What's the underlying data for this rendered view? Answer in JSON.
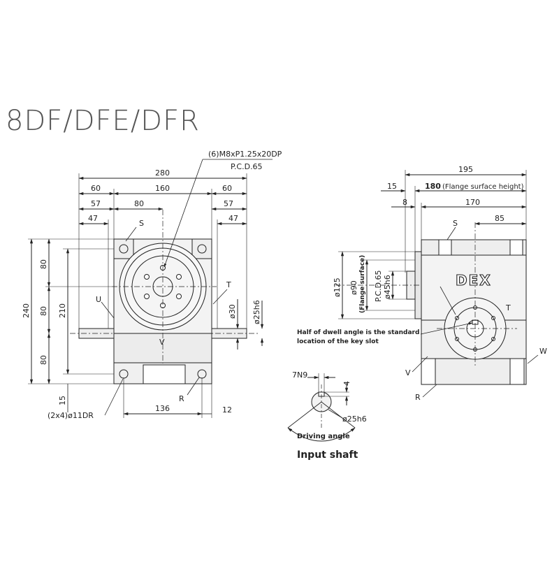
{
  "title": "8DF/DFE/DFR",
  "front_view": {
    "callout_top": "(6)M8xP1.25x20DP",
    "callout_pcd": "P.C.D.65",
    "dim_280": "280",
    "dim_60_left": "60",
    "dim_160": "160",
    "dim_60_right": "60",
    "dim_57_left": "57",
    "dim_80_top": "80",
    "dim_57_right": "57",
    "dim_47_left": "47",
    "dim_47_right": "47",
    "dim_240": "240",
    "dim_80_a": "80",
    "dim_80_b": "80",
    "dim_80_c": "80",
    "dim_210": "210",
    "dim_15": "15",
    "dim_phi30": "ø30",
    "dim_phi25h6": "ø25h6",
    "dim_136": "136",
    "dim_12": "12",
    "label_S": "S",
    "label_T": "T",
    "label_U": "U",
    "label_V": "V",
    "label_R": "R",
    "holes_note": "(2x4)ø11DR"
  },
  "side_view": {
    "dim_195": "195",
    "dim_15": "15",
    "dim_180": "180",
    "dim_180_note": "(Flange surface height)",
    "dim_8": "8",
    "dim_170": "170",
    "dim_85": "85",
    "dim_phi125": "ø125",
    "dim_phi90": "ø90",
    "flange_surface": "(Flange surface)",
    "pcd65": "P.C.D.65",
    "dim_phi45h6": "ø45h6",
    "brand": "DEX",
    "label_S": "S",
    "label_T": "T",
    "label_V": "V",
    "label_R": "R",
    "label_W": "W",
    "note_line1": "Half of dwell angle is the standard",
    "note_line2": "location of the key slot"
  },
  "input_shaft": {
    "dim_7n9": "7N9",
    "dim_4": "4",
    "dim_phi25h6": "ø25h6",
    "driving_angle": "Driving angle",
    "caption": "Input shaft"
  }
}
